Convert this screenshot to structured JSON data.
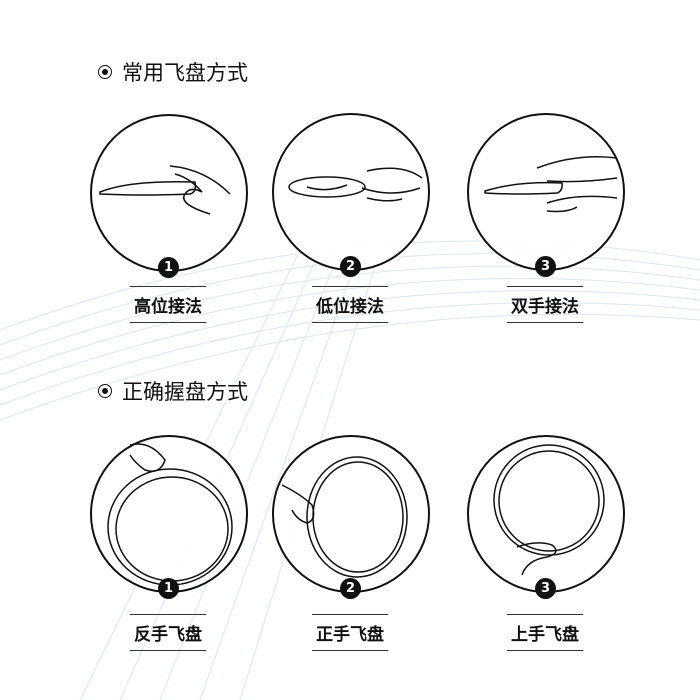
{
  "sections": [
    {
      "title": "常用飞盘方式",
      "items": [
        {
          "num": "1",
          "label": "高位接法"
        },
        {
          "num": "2",
          "label": "低位接法"
        },
        {
          "num": "3",
          "label": "双手接法"
        }
      ]
    },
    {
      "title": "正确握盘方式",
      "items": [
        {
          "num": "1",
          "label": "反手飞盘"
        },
        {
          "num": "2",
          "label": "正手飞盘"
        },
        {
          "num": "3",
          "label": "上手飞盘"
        }
      ]
    }
  ]
}
